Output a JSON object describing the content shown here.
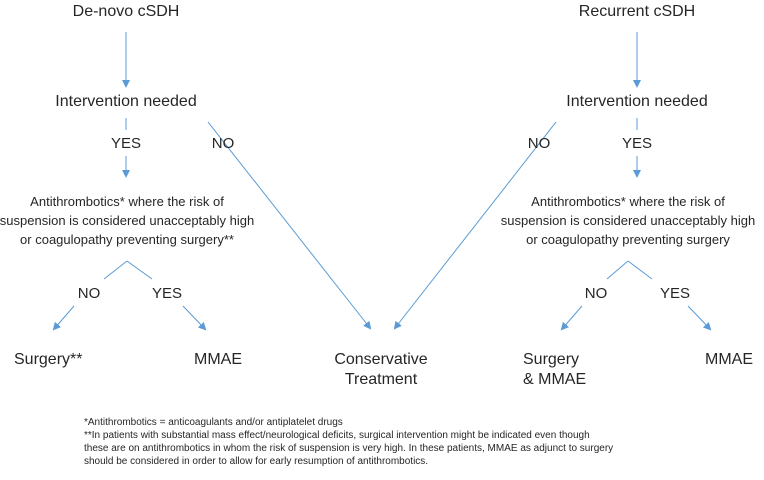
{
  "left_branch": {
    "title": "De-novo cSDH",
    "decision": "Intervention needed",
    "yes_label": "YES",
    "no_label": "NO",
    "question_lines": [
      "Antithrombotics* where the risk of",
      "suspension is considered unacceptably high",
      "or coagulopathy preventing surgery**"
    ],
    "sub_no_label": "NO",
    "sub_yes_label": "YES",
    "outcome_no": "Surgery**",
    "outcome_yes": "MMAE"
  },
  "center": {
    "outcome_lines": [
      "Conservative",
      "Treatment"
    ]
  },
  "right_branch": {
    "title": "Recurrent cSDH",
    "decision": "Intervention needed",
    "no_label": "NO",
    "yes_label": "YES",
    "question_lines": [
      "Antithrombotics* where the risk of",
      "suspension is considered unacceptably high",
      "or coagulopathy preventing surgery"
    ],
    "sub_no_label": "NO",
    "sub_yes_label": "YES",
    "outcome_no_lines": [
      "Surgery",
      "& MMAE"
    ],
    "outcome_yes": "MMAE"
  },
  "footnotes": [
    "*Antithrombotics = anticoagulants and/or antiplatelet drugs",
    "**In patients with substantial mass effect/neurological deficits, surgical intervention might be indicated even though",
    "these are on antithrombotics in whom the risk of suspension is very high. In these patients, MMAE as adjunct to surgery",
    "should be considered in order to allow for early resumption of antithrombotics."
  ],
  "colors": {
    "arrow": "#5b9bd5",
    "text": "#262626"
  }
}
